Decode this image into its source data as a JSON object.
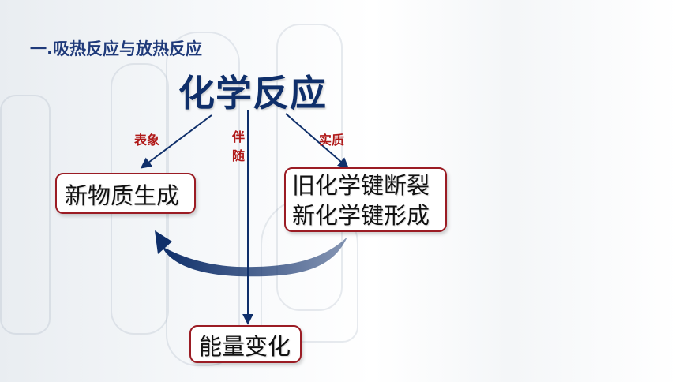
{
  "slide": {
    "section_title": "一.吸热反应与放热反应",
    "main_title": "化学反应",
    "labels": {
      "left": "表象",
      "middle": [
        "伴",
        "随"
      ],
      "right": "实质"
    },
    "boxes": {
      "left": "新物质生成",
      "right": [
        "旧化学键断裂",
        "新化学键形成"
      ],
      "bottom": "能量变化"
    }
  }
}
